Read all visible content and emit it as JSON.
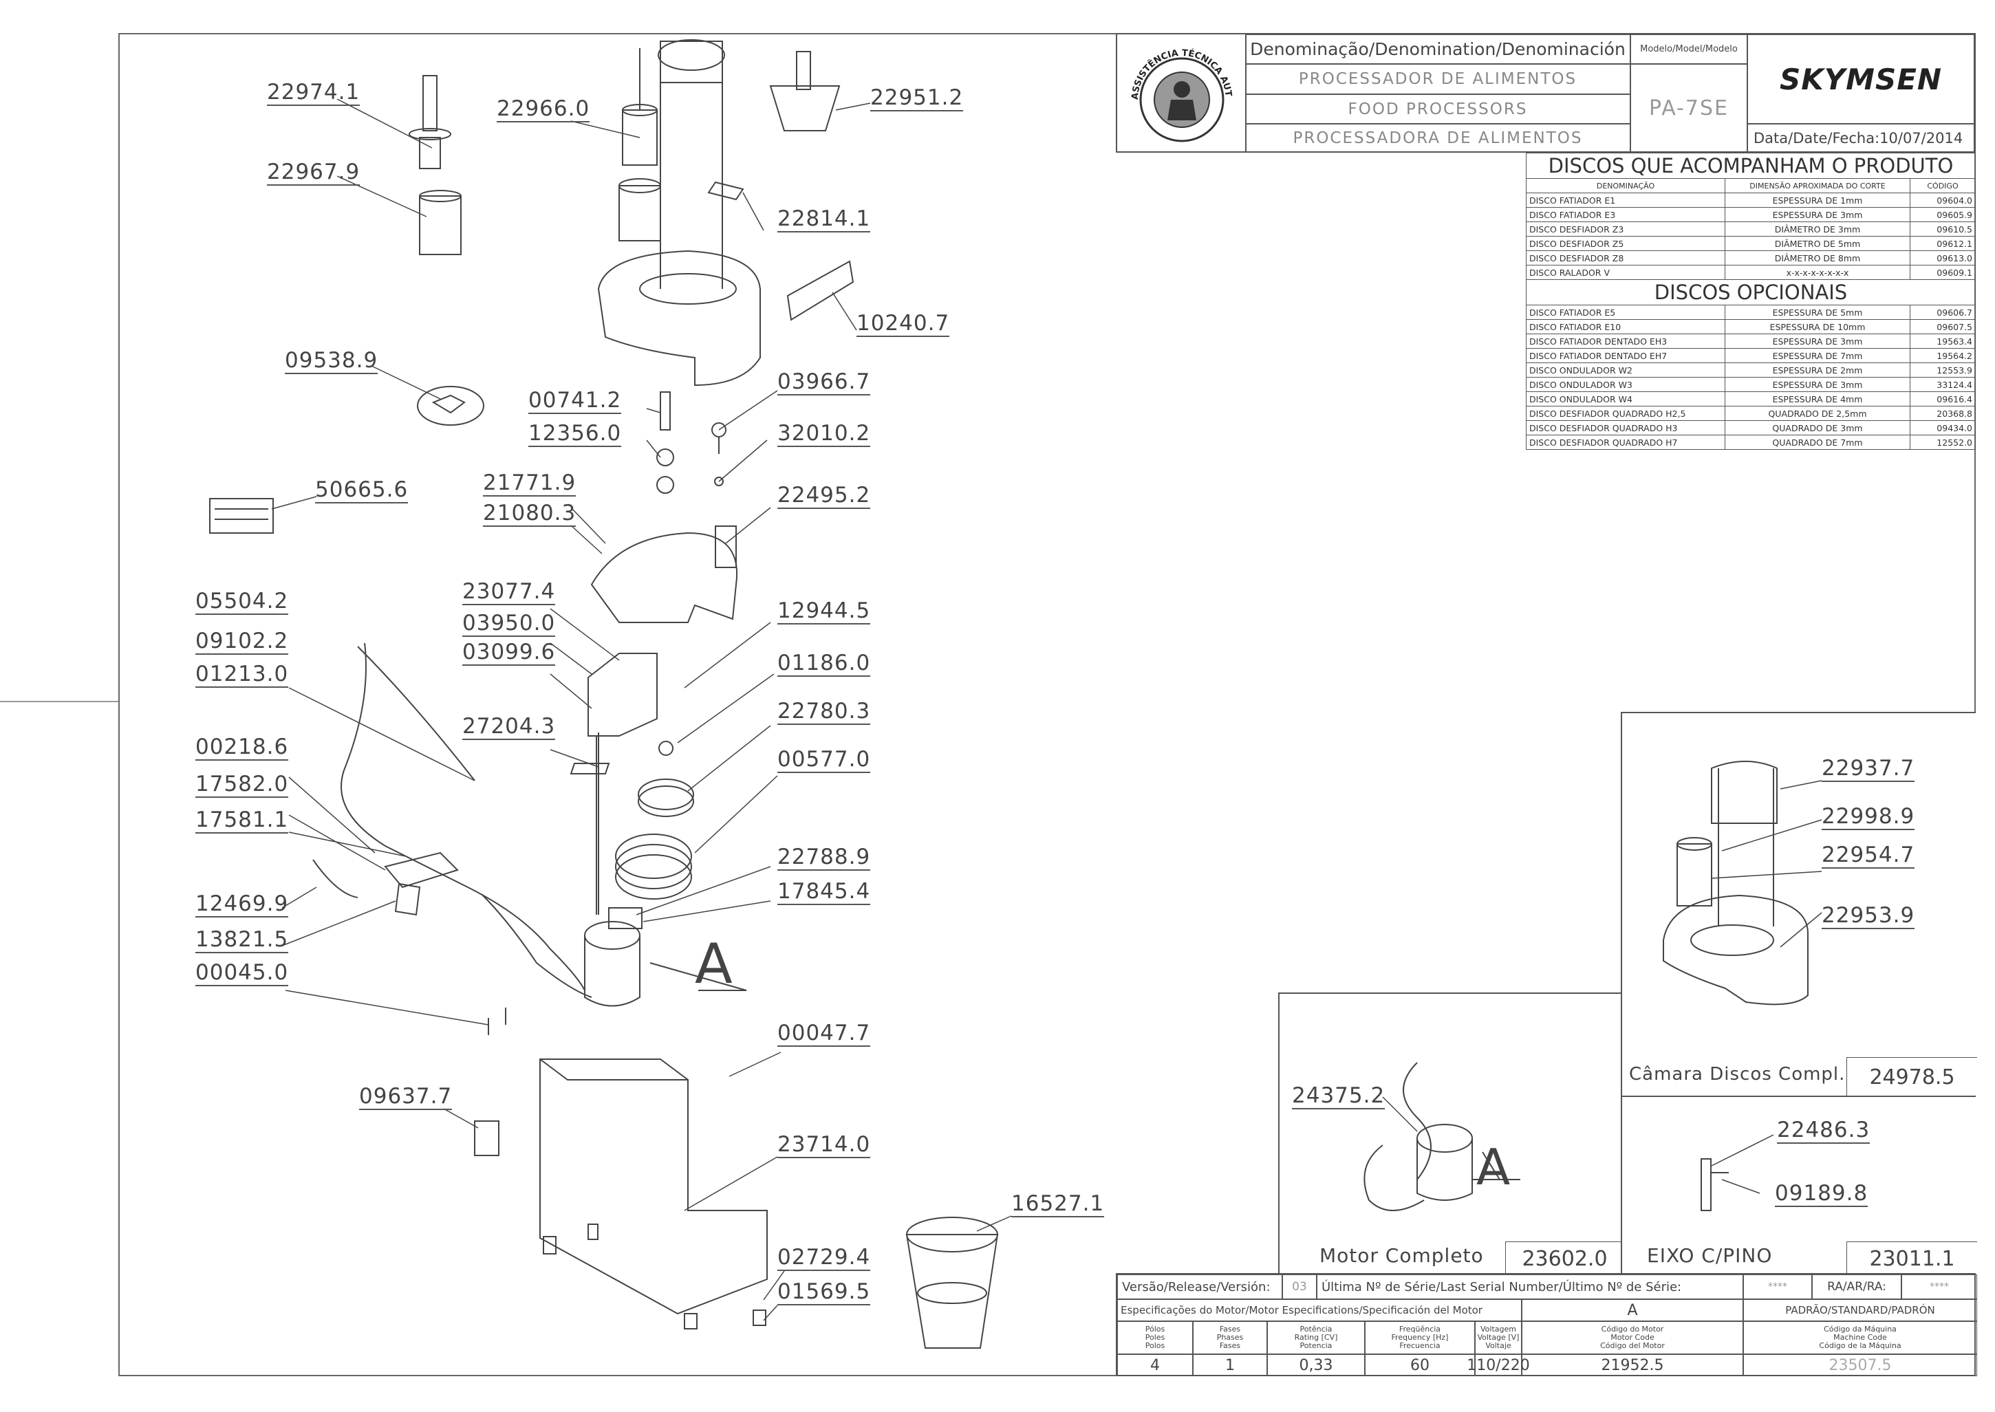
{
  "title_block": {
    "denomination_header": "Denominação/Denomination/Denominación",
    "model_header": "Modelo/Model/Modelo",
    "name_pt": "PROCESSADOR DE ALIMENTOS",
    "name_en": "FOOD PROCESSORS",
    "name_es": "PROCESSADORA DE ALIMENTOS",
    "model": "PA-7SE",
    "date_label": "Data/Date/Fecha:",
    "date": "10/07/2014",
    "brand": "SKYMSEN",
    "seal_text": "ASSISTÊNCIA TÉCNICA AUTORIZADA"
  },
  "discs_included": {
    "title": "DISCOS QUE ACOMPANHAM O PRODUTO",
    "headers": [
      "DENOMINAÇÃO",
      "DIMENSÃO APROXIMADA DO CORTE",
      "CÓDIGO"
    ],
    "rows": [
      [
        "DISCO FATIADOR E1",
        "ESPESSURA DE 1mm",
        "09604.0"
      ],
      [
        "DISCO FATIADOR E3",
        "ESPESSURA DE 3mm",
        "09605.9"
      ],
      [
        "DISCO DESFIADOR Z3",
        "DIÂMETRO DE 3mm",
        "09610.5"
      ],
      [
        "DISCO DESFIADOR Z5",
        "DIÂMETRO DE 5mm",
        "09612.1"
      ],
      [
        "DISCO DESFIADOR Z8",
        "DIÂMETRO DE 8mm",
        "09613.0"
      ],
      [
        "DISCO RALADOR V",
        "x-x-x-x-x-x-x-x",
        "09609.1"
      ]
    ]
  },
  "discs_optional": {
    "title": "DISCOS OPCIONAIS",
    "rows": [
      [
        "DISCO FATIADOR E5",
        "ESPESSURA DE 5mm",
        "09606.7"
      ],
      [
        "DISCO FATIADOR E10",
        "ESPESSURA DE 10mm",
        "09607.5"
      ],
      [
        "DISCO FATIADOR DENTADO EH3",
        "ESPESSURA DE 3mm",
        "19563.4"
      ],
      [
        "DISCO FATIADOR DENTADO EH7",
        "ESPESSURA DE 7mm",
        "19564.2"
      ],
      [
        "DISCO ONDULADOR W2",
        "ESPESSURA DE 2mm",
        "12553.9"
      ],
      [
        "DISCO ONDULADOR W3",
        "ESPESSURA DE 3mm",
        "33124.4"
      ],
      [
        "DISCO ONDULADOR W4",
        "ESPESSURA DE 4mm",
        "09616.4"
      ],
      [
        "DISCO DESFIADOR QUADRADO H2,5",
        "QUADRADO DE 2,5mm",
        "20368.8"
      ],
      [
        "DISCO DESFIADOR QUADRADO H3",
        "QUADRADO DE 3mm",
        "09434.0"
      ],
      [
        "DISCO DESFIADOR QUADRADO H7",
        "QUADRADO DE 7mm",
        "12552.0"
      ]
    ]
  },
  "part_labels": [
    "22974.1",
    "22967.9",
    "22966.0",
    "22951.2",
    "22814.1",
    "10240.7",
    "09538.9",
    "00741.2",
    "12356.0",
    "03966.7",
    "32010.2",
    "50665.6",
    "21771.9",
    "21080.3",
    "22495.2",
    "23077.4",
    "03950.0",
    "03099.6",
    "12944.5",
    "05504.2",
    "09102.2",
    "01213.0",
    "01186.0",
    "22780.3",
    "27204.3",
    "00218.6",
    "00577.0",
    "17582.0",
    "17581.1",
    "22788.9",
    "17845.4",
    "12469.9",
    "13821.5",
    "00045.0",
    "00047.7",
    "09637.7",
    "23714.0",
    "16527.1",
    "02729.4",
    "01569.5"
  ],
  "detail_a_letter": "A",
  "chamber_box": {
    "labels": [
      "22937.7",
      "22998.9",
      "22954.7",
      "22953.9"
    ],
    "caption": "Câmara Discos Compl.",
    "code": "24978.5"
  },
  "motor_box": {
    "labels": [
      "24375.2"
    ],
    "caption": "Motor Completo",
    "code": "23602.0",
    "letter": "A"
  },
  "shaft_box": {
    "labels": [
      "22486.3",
      "09189.8"
    ],
    "caption": "EIXO C/PINO",
    "code": "23011.1"
  },
  "bottom_block": {
    "version_label": "Versão/Release/Versión:",
    "version": "03",
    "serial_label": "Última Nº de Série/Last Serial Number/Último Nº de Série:",
    "serial": "****",
    "ra_label": "RA/AR/RA:",
    "ra": "****",
    "spec_label": "Especificações do Motor/Motor Especifications/Specificación del Motor",
    "col_a": "A",
    "col_std": "PADRÃO/STANDARD/PADRÓN",
    "heads": [
      "Pólos\nPoles\nPolos",
      "Fases\nPhases\nFases",
      "Potência\nRating [CV]\nPotencia",
      "Freqüência\nFrequency [Hz]\nFrecuencia",
      "Voltagem\nVoltage [V]\nVoltaje",
      "Código do Motor\nMotor Code\nCódigo del Motor",
      "Código da Máquina\nMachine Code\nCódigo de la Máquina"
    ],
    "values": [
      "4",
      "1",
      "0,33",
      "60",
      "110/220",
      "21952.5",
      "23507.5"
    ]
  }
}
